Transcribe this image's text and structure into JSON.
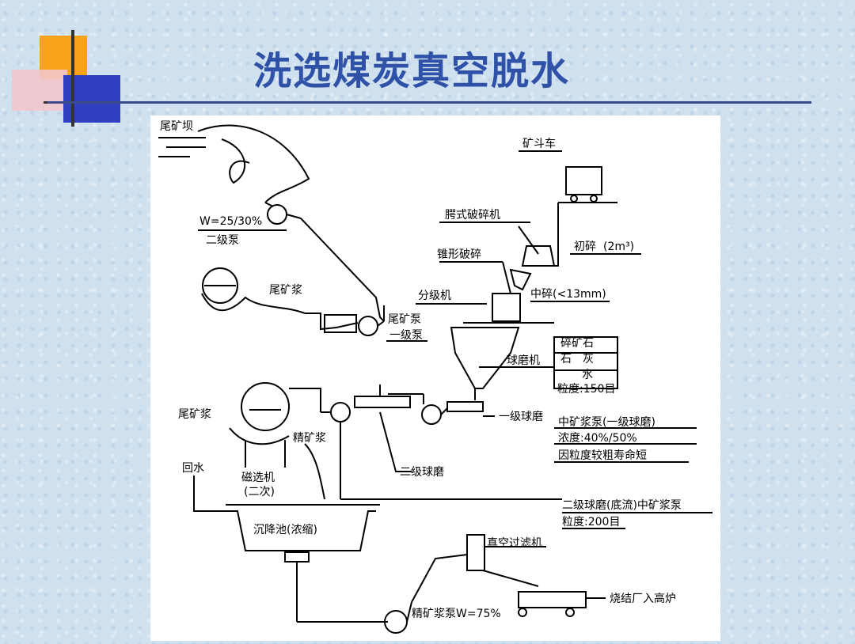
{
  "title": "洗选煤炭真空脱水",
  "labels": {
    "tailing_dam": "尾矿坝",
    "mine_cart": "矿斗车",
    "concentration": "W=25/30%",
    "pump2": "二级泵",
    "gyratory_crusher": "腭式破碎机",
    "primary_crush": "初碎",
    "primary_crush_size": "(2m³)",
    "cone_crush": "锥形破碎",
    "tail_slurry_1": "尾矿浆",
    "classifier": "分级机",
    "mid_crush": "中碎(<13mm)",
    "tail_pump": "尾矿泵",
    "pump1": "一级泵",
    "ore": "碎矿石",
    "lime": "石　灰",
    "water": "水",
    "ball_mill": "球磨机",
    "grain_150": "粒度:150目",
    "tail_slurry_2": "尾矿浆",
    "primary_mill": "一级球磨",
    "mid_slurry_pump": "中矿浆泵(一级球磨)",
    "density": "浓度:40%/50%",
    "life_note": "因粒度较粗寿命短",
    "concentrate_slurry": "精矿浆",
    "return_water": "回水",
    "magnetic_sep": "磁选机",
    "second_stage": "(二次)",
    "secondary_mill": "二级球磨",
    "secondary_mill_pump": "二级球磨(底流)中矿浆泵",
    "grain_200": "粒度:200目",
    "settling_tank": "沉降池(浓缩)",
    "vacuum_filter": "真空过滤机",
    "sinter": "烧结厂入高炉",
    "concentrate_pump": "精矿浆泵W=75%"
  }
}
